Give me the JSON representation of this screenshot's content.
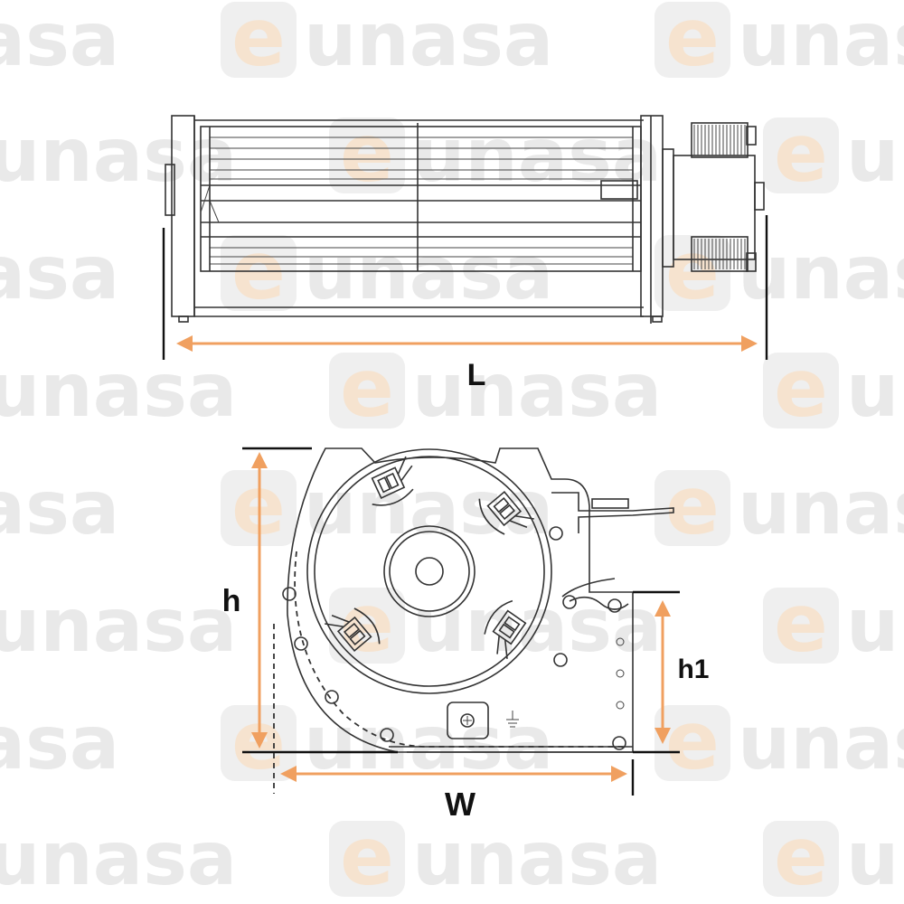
{
  "watermark": {
    "brand": "unasa",
    "letter": "e"
  },
  "dimensions": {
    "length_label": "L",
    "height_label": "h",
    "outlet_height_label": "h1",
    "width_label": "W"
  },
  "colors": {
    "arrow": "#f0a060",
    "line": "#333333",
    "label": "#111111",
    "watermark_text": "#e9e9e9",
    "watermark_e": "#f6e3cf"
  },
  "icons": {
    "ground": "ground-symbol-icon"
  }
}
